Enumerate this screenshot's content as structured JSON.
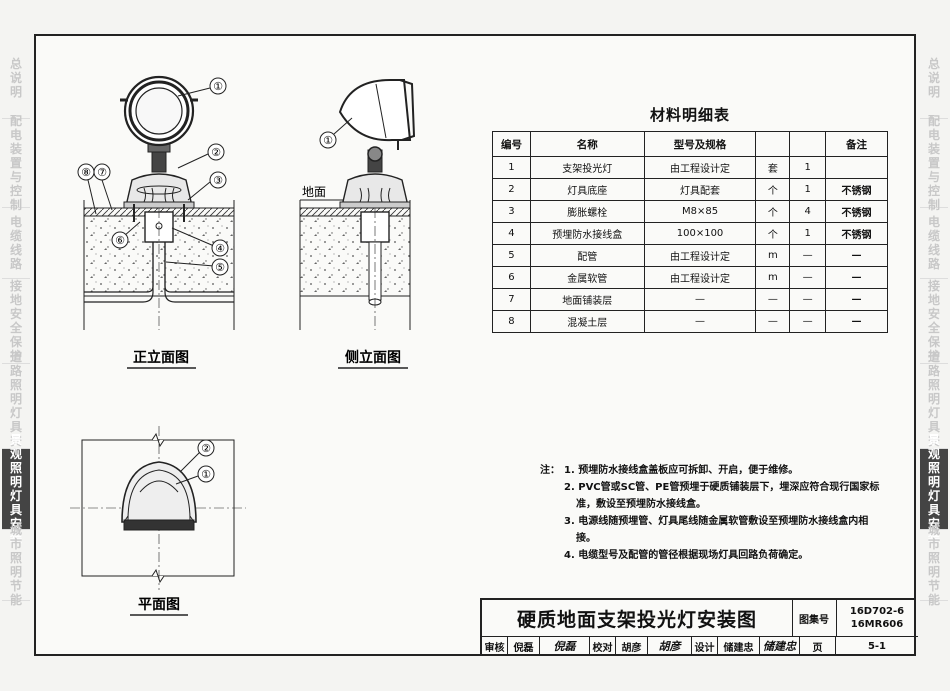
{
  "sidebar": {
    "left": [
      {
        "label": "总说明",
        "active": false,
        "h": 80
      },
      {
        "label": "配电装置与控制",
        "active": false,
        "h": 88
      },
      {
        "label": "电缆线路",
        "active": false,
        "h": 70
      },
      {
        "label": "接地安全保护",
        "active": false,
        "h": 84
      },
      {
        "label": "道路照明灯具安装",
        "active": false,
        "h": 84
      },
      {
        "label": "景观照明灯具安装",
        "active": true,
        "h": 80
      },
      {
        "label": "城市照明节能",
        "active": false,
        "h": 70
      }
    ]
  },
  "drawing": {
    "front_title": "正立面图",
    "side_title": "侧立面图",
    "plan_title": "平面图",
    "ground_label": "地面",
    "callouts_front": [
      "①",
      "②",
      "③",
      "④",
      "⑤",
      "⑥",
      "⑦",
      "⑧"
    ],
    "callouts_side": [
      "①"
    ],
    "callouts_plan": [
      "②",
      "①"
    ]
  },
  "materials": {
    "title": "材料明细表",
    "headers": [
      "编号",
      "名称",
      "型号及规格",
      "",
      "",
      "备注"
    ],
    "rows": [
      [
        "1",
        "支架投光灯",
        "由工程设计定",
        "套",
        "1",
        ""
      ],
      [
        "2",
        "灯具底座",
        "灯具配套",
        "个",
        "1",
        "不锈钢"
      ],
      [
        "3",
        "膨胀螺栓",
        "M8×85",
        "个",
        "4",
        "不锈钢"
      ],
      [
        "4",
        "预埋防水接线盒",
        "100×100",
        "个",
        "1",
        "不锈钢"
      ],
      [
        "5",
        "配管",
        "由工程设计定",
        "m",
        "—",
        "—"
      ],
      [
        "6",
        "金属软管",
        "由工程设计定",
        "m",
        "—",
        "—"
      ],
      [
        "7",
        "地面铺装层",
        "—",
        "—",
        "—",
        "—"
      ],
      [
        "8",
        "混凝土层",
        "—",
        "—",
        "—",
        "—"
      ]
    ]
  },
  "notes": {
    "label": "注：",
    "items": [
      "1. 预埋防水接线盒盖板应可拆卸、开启，便于维修。",
      "2. PVC管或SC管、PE管预埋于硬质铺装层下，埋深应符合现行国家标准，敷设至预埋防水接线盒。",
      "3. 电源线随预埋管、灯具尾线随金属软管敷设至预埋防水接线盒内相接。",
      "4. 电缆型号及配管的管径根据现场灯具回路负荷确定。"
    ]
  },
  "title_block": {
    "title": "硬质地面支架投光灯安装图",
    "atlas_label": "图集号",
    "atlas_no_1": "16D702-6",
    "atlas_no_2": "16MR606",
    "review_label": "审核",
    "reviewer": "倪磊",
    "reviewer_sig": "倪磊",
    "check_label": "校对",
    "checker": "胡彦",
    "checker_sig": "胡彦",
    "design_label": "设计",
    "designer": "储建忠",
    "designer_sig": "储建忠",
    "page_label": "页",
    "page_no": "5-1"
  }
}
